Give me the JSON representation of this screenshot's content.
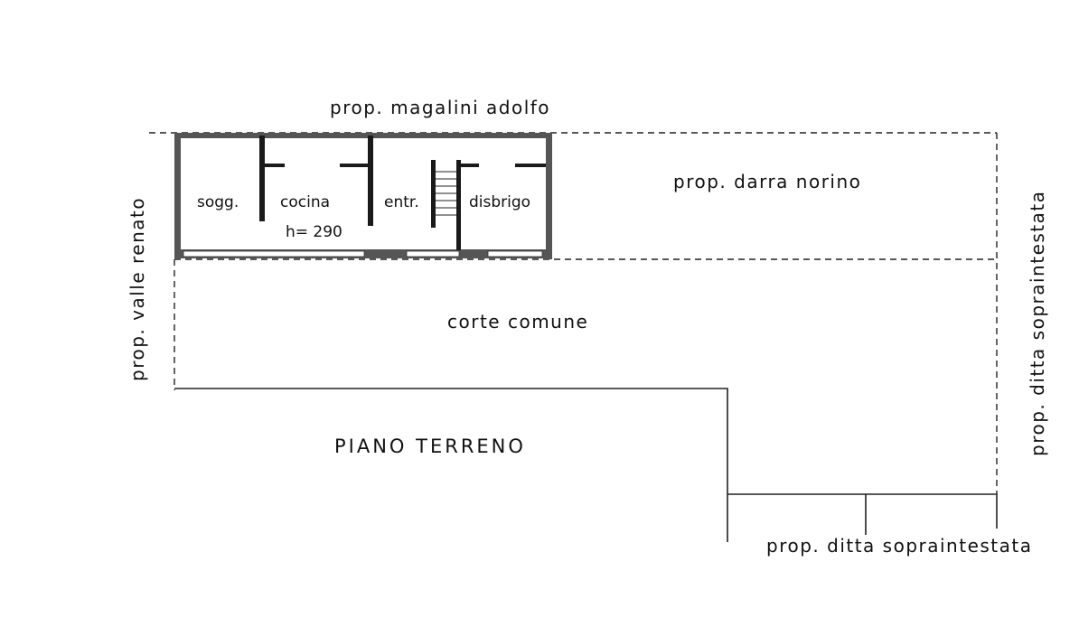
{
  "labels": {
    "north": "prop. magalini adolfo",
    "east_building": "prop. darra norino",
    "west": "prop. valle renato",
    "east": "prop. ditta sopraintestata",
    "south": "prop. ditta sopraintestata",
    "courtyard": "corte comune",
    "floor": "PIANO TERRENO"
  },
  "rooms": [
    {
      "name": "sogg."
    },
    {
      "name": "cocina",
      "height": "h= 290"
    },
    {
      "name": "entr."
    },
    {
      "name": "disbrigo"
    }
  ]
}
